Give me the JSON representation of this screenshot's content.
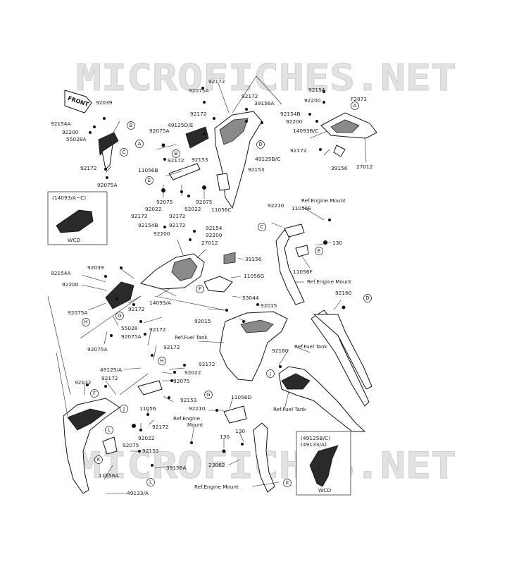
{
  "watermark": "MICROFICHES.NET",
  "diagram_code": "F2871",
  "front_arrow": "FRONT",
  "insets": {
    "left_title": "(14093/A~C)",
    "left_note": "WCD",
    "right_title_1": "(49125B/C)",
    "right_title_2": "(49133/A)",
    "right_note": "WCD"
  },
  "part_labels": {
    "p92172_top": "92172",
    "p92075A_top": "92075A",
    "p92172_b": "92172",
    "p49125D_E": "49125D/E",
    "p92075A_b": "92075A",
    "p92172_c": "92172",
    "p39156A_top": "39156A",
    "p92172_d": "92172",
    "p92039_top": "92039",
    "p92154A_top": "92154A",
    "p92200_top": "92200",
    "p55028A": "55028A",
    "p92172_left": "92172",
    "p92075A_left": "92075A",
    "p92172_e": "92172",
    "p11056B": "11056B",
    "p92153_a": "92153",
    "p49125B_C": "49125B/C",
    "p92153_b": "92153",
    "p11056C": "11056C",
    "p92075_a": "92075",
    "p92022_a": "92022",
    "p92172_f": "92172",
    "p92075_b": "92075",
    "p92022_b": "92022",
    "p92172_g": "92172",
    "p92154_r": "92154",
    "p92200_r": "92200",
    "p92154B_r": "92154B",
    "p92200_r2": "92200",
    "p14093B_C": "14093B/C",
    "p92172_r": "92172",
    "p39156_r": "39156",
    "p27012_r": "27012",
    "p92154B_mid": "92154B",
    "p92200_mid": "92200",
    "p92172_mid": "92172",
    "p92154_mid": "92154",
    "p92200_mid2": "92200",
    "p27012_mid": "27012",
    "p39156_mid": "39156",
    "p11056G": "11056G",
    "p53044": "53044",
    "p92015_a": "92015",
    "p92015_b": "92015",
    "p92039_mid": "92039",
    "p92154A_mid": "92154A",
    "p92200_mid3": "92200",
    "p92075A_mid": "92075A",
    "p92172_mid2": "92172",
    "p14093A": "14093/A",
    "p55028": "55028",
    "p92075A_mid2": "92075A",
    "p92172_mid3": "92172",
    "p92075A_mid3": "92075A",
    "p92172_mid4": "92172",
    "p92172_mid5": "92172",
    "p49125A": "49125/A",
    "p92022_c": "92022",
    "p92172_mid6": "92172",
    "p92075_c": "92075",
    "p92172_low": "92172",
    "p11056": "11056",
    "p92153_c": "92153",
    "p92022_d": "92022",
    "p92172_low2": "92172",
    "p92075_d": "92075",
    "p92153_d": "92153",
    "p11056A": "11056A",
    "p49133A": "49133/A",
    "p39156A_low": "39156A",
    "p92210_a": "92210",
    "p11056E": "11056E",
    "p130_a": "130",
    "p11056F": "11056F",
    "p92160_a": "92160",
    "p92160_b": "92160",
    "p11056D": "11056D",
    "p92210_b": "92210",
    "p130_b": "130",
    "p130_c": "130",
    "p23062": "23062"
  },
  "ref_labels": {
    "engine_mount_1": "Ref.Engine Mount",
    "engine_mount_2": "Ref.Engine Mount",
    "fuel_tank_1": "Ref.Fuel Tank",
    "fuel_tank_2": "Ref.Fuel Tank",
    "fuel_tank_3": "Ref.Fuel Tank",
    "engine_mount_3a": "Ref.Engine",
    "engine_mount_3b": "Mount",
    "engine_mount_4": "Ref.Engine Mount"
  },
  "callouts": {
    "A1": "A",
    "A2": "A",
    "B1": "B",
    "B2": "B",
    "C1": "C",
    "C2": "C",
    "D1": "D",
    "D2": "D",
    "E1": "E",
    "E2": "E",
    "F1": "F",
    "F2": "F",
    "G1": "G",
    "G2": "G",
    "H1": "H",
    "H2": "H",
    "J1": "J",
    "J2": "J",
    "K1": "K",
    "K2": "K",
    "L1": "L",
    "L2": "L"
  }
}
